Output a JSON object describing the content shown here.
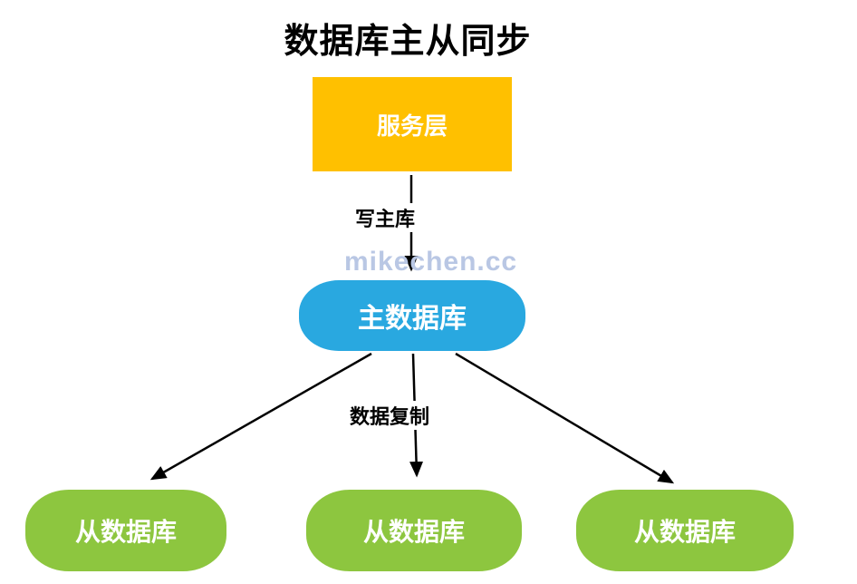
{
  "title": "数据库主从同步",
  "watermark": {
    "text": "mikechen.cc",
    "color": "#b9c7e4"
  },
  "nodes": {
    "service": {
      "label": "服务层",
      "color": "#FFC000",
      "text_color": "#FFFFFF"
    },
    "master": {
      "label": "主数据库",
      "color": "#29A8E0",
      "text_color": "#FFFFFF"
    },
    "slaves": [
      {
        "label": "从数据库",
        "color": "#8DC63F",
        "text_color": "#FFFFFF"
      },
      {
        "label": "从数据库",
        "color": "#8DC63F",
        "text_color": "#FFFFFF"
      },
      {
        "label": "从数据库",
        "color": "#8DC63F",
        "text_color": "#FFFFFF"
      }
    ]
  },
  "edges": {
    "write": {
      "label": "写主库"
    },
    "replicate": {
      "label": "数据复制"
    }
  },
  "arrow_color": "#000000"
}
